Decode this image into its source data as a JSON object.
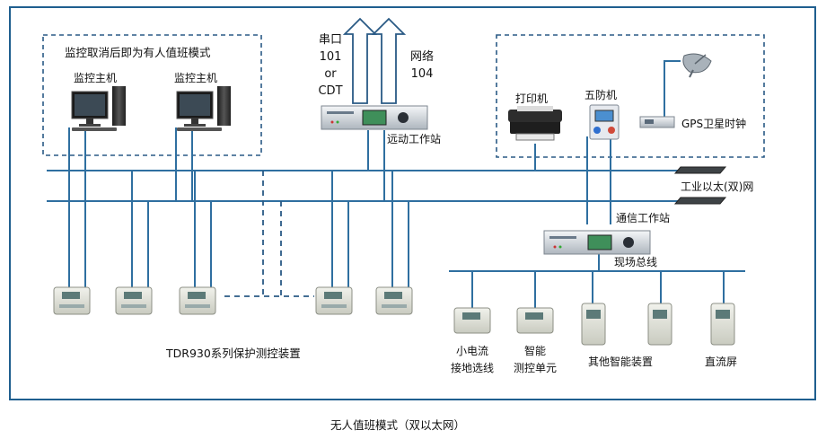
{
  "labels": {
    "mode_note": "监控取消后即为有人值班模式",
    "monitor_host_1": "监控主机",
    "monitor_host_2": "监控主机",
    "serial_port": "串口",
    "proto_101": "101",
    "proto_or": "or",
    "proto_cdt": "CDT",
    "network": "网络",
    "proto_104": "104",
    "remote_station": "远动工作站",
    "printer": "打印机",
    "five_defense": "五防机",
    "gps_clock": "GPS卫星时钟",
    "industrial_ethernet": "工业以太(双)网",
    "comm_station": "通信工作站",
    "field_bus": "现场总线",
    "tdr_devices": "TDR930系列保护测控装置",
    "small_current_1": "小电流",
    "small_current_2": "接地选线",
    "smart_unit_1": "智能",
    "smart_unit_2": "测控单元",
    "other_smart": "其他智能装置",
    "dc_panel": "直流屏",
    "caption": "无人值班模式（双以太网）"
  },
  "colors": {
    "border": "#1f5f8f",
    "line": "#2f6fa0",
    "dashed": "#2a5a85"
  }
}
